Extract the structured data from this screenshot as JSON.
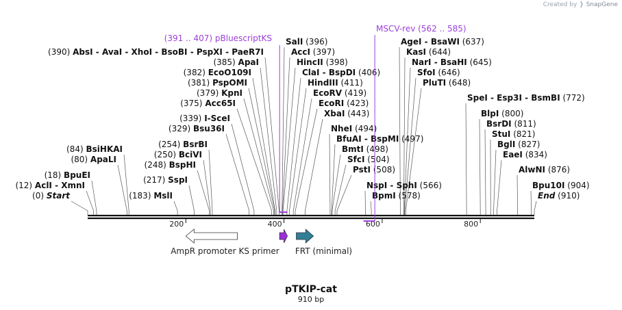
{
  "credit": {
    "prefix": "Created by",
    "brand": "SnapGene"
  },
  "plasmid": {
    "name": "pTKIP-cat",
    "length_label": "910 bp",
    "length": 910
  },
  "scale": {
    "ticks": [
      200,
      400,
      600,
      800
    ]
  },
  "sites": [
    {
      "name": "Start",
      "pos": 0,
      "italic": true
    },
    {
      "name": "AclI - XmnI",
      "pos": 12
    },
    {
      "name": "BpuEI",
      "pos": 18
    },
    {
      "name": "ApaLI",
      "pos": 80
    },
    {
      "name": "BsiHKAI",
      "pos": 84
    },
    {
      "name": "MslI",
      "pos": 183
    },
    {
      "name": "SspI",
      "pos": 217
    },
    {
      "name": "BspHI",
      "pos": 248
    },
    {
      "name": "BciVI",
      "pos": 250
    },
    {
      "name": "BsrBI",
      "pos": 254
    },
    {
      "name": "Bsu36I",
      "pos": 329
    },
    {
      "name": "I-SceI",
      "pos": 339
    },
    {
      "name": "Acc65I",
      "pos": 375
    },
    {
      "name": "KpnI",
      "pos": 379
    },
    {
      "name": "PspOMI",
      "pos": 381
    },
    {
      "name": "EcoO109I",
      "pos": 382
    },
    {
      "name": "ApaI",
      "pos": 385
    },
    {
      "name": "AbsI - AvaI - XhoI - BsoBI - PspXI - PaeR7I",
      "pos": 390
    },
    {
      "name": "SalI",
      "pos": 396
    },
    {
      "name": "AccI",
      "pos": 397
    },
    {
      "name": "HincII",
      "pos": 398
    },
    {
      "name": "ClaI - BspDI",
      "pos": 406
    },
    {
      "name": "HindIII",
      "pos": 411
    },
    {
      "name": "EcoRV",
      "pos": 419
    },
    {
      "name": "EcoRI",
      "pos": 423
    },
    {
      "name": "XbaI",
      "pos": 443
    },
    {
      "name": "NheI",
      "pos": 494
    },
    {
      "name": "BfuAI - BspMI",
      "pos": 497
    },
    {
      "name": "BmtI",
      "pos": 498
    },
    {
      "name": "SfcI",
      "pos": 504
    },
    {
      "name": "PstI",
      "pos": 508
    },
    {
      "name": "NspI - SphI",
      "pos": 566
    },
    {
      "name": "BpmI",
      "pos": 578
    },
    {
      "name": "AgeI - BsaWI",
      "pos": 637
    },
    {
      "name": "KasI",
      "pos": 644
    },
    {
      "name": "NarI - BsaHI",
      "pos": 645
    },
    {
      "name": "SfoI",
      "pos": 646
    },
    {
      "name": "PluTI",
      "pos": 648
    },
    {
      "name": "SpeI - Esp3I - BsmBI",
      "pos": 772
    },
    {
      "name": "BlpI",
      "pos": 800
    },
    {
      "name": "BsrDI",
      "pos": 811
    },
    {
      "name": "StuI",
      "pos": 821
    },
    {
      "name": "BglI",
      "pos": 827
    },
    {
      "name": "EaeI",
      "pos": 834
    },
    {
      "name": "AlwNI",
      "pos": 876
    },
    {
      "name": "Bpu10I",
      "pos": 904
    },
    {
      "name": "End",
      "pos": 910,
      "italic": true
    }
  ],
  "primers": [
    {
      "name": "pBluescriptKS",
      "range": "(391 .. 407)",
      "start": 391,
      "end": 407
    },
    {
      "name": "MSCV-rev",
      "range": "(562 .. 585)",
      "start": 562,
      "end": 585
    }
  ],
  "features": [
    {
      "name": "AmpR promoter",
      "start": 200,
      "end": 305,
      "direction": "reverse",
      "color": "#ffffff"
    },
    {
      "name": "KS primer",
      "start": 391,
      "end": 407,
      "direction": "forward",
      "color": "#9b30d9"
    },
    {
      "name": "FRT (minimal)",
      "start": 425,
      "end": 460,
      "direction": "forward",
      "color": "#2f7f96"
    }
  ],
  "colors": {
    "primer": "#9b3fd9",
    "backbone": "#111111"
  }
}
